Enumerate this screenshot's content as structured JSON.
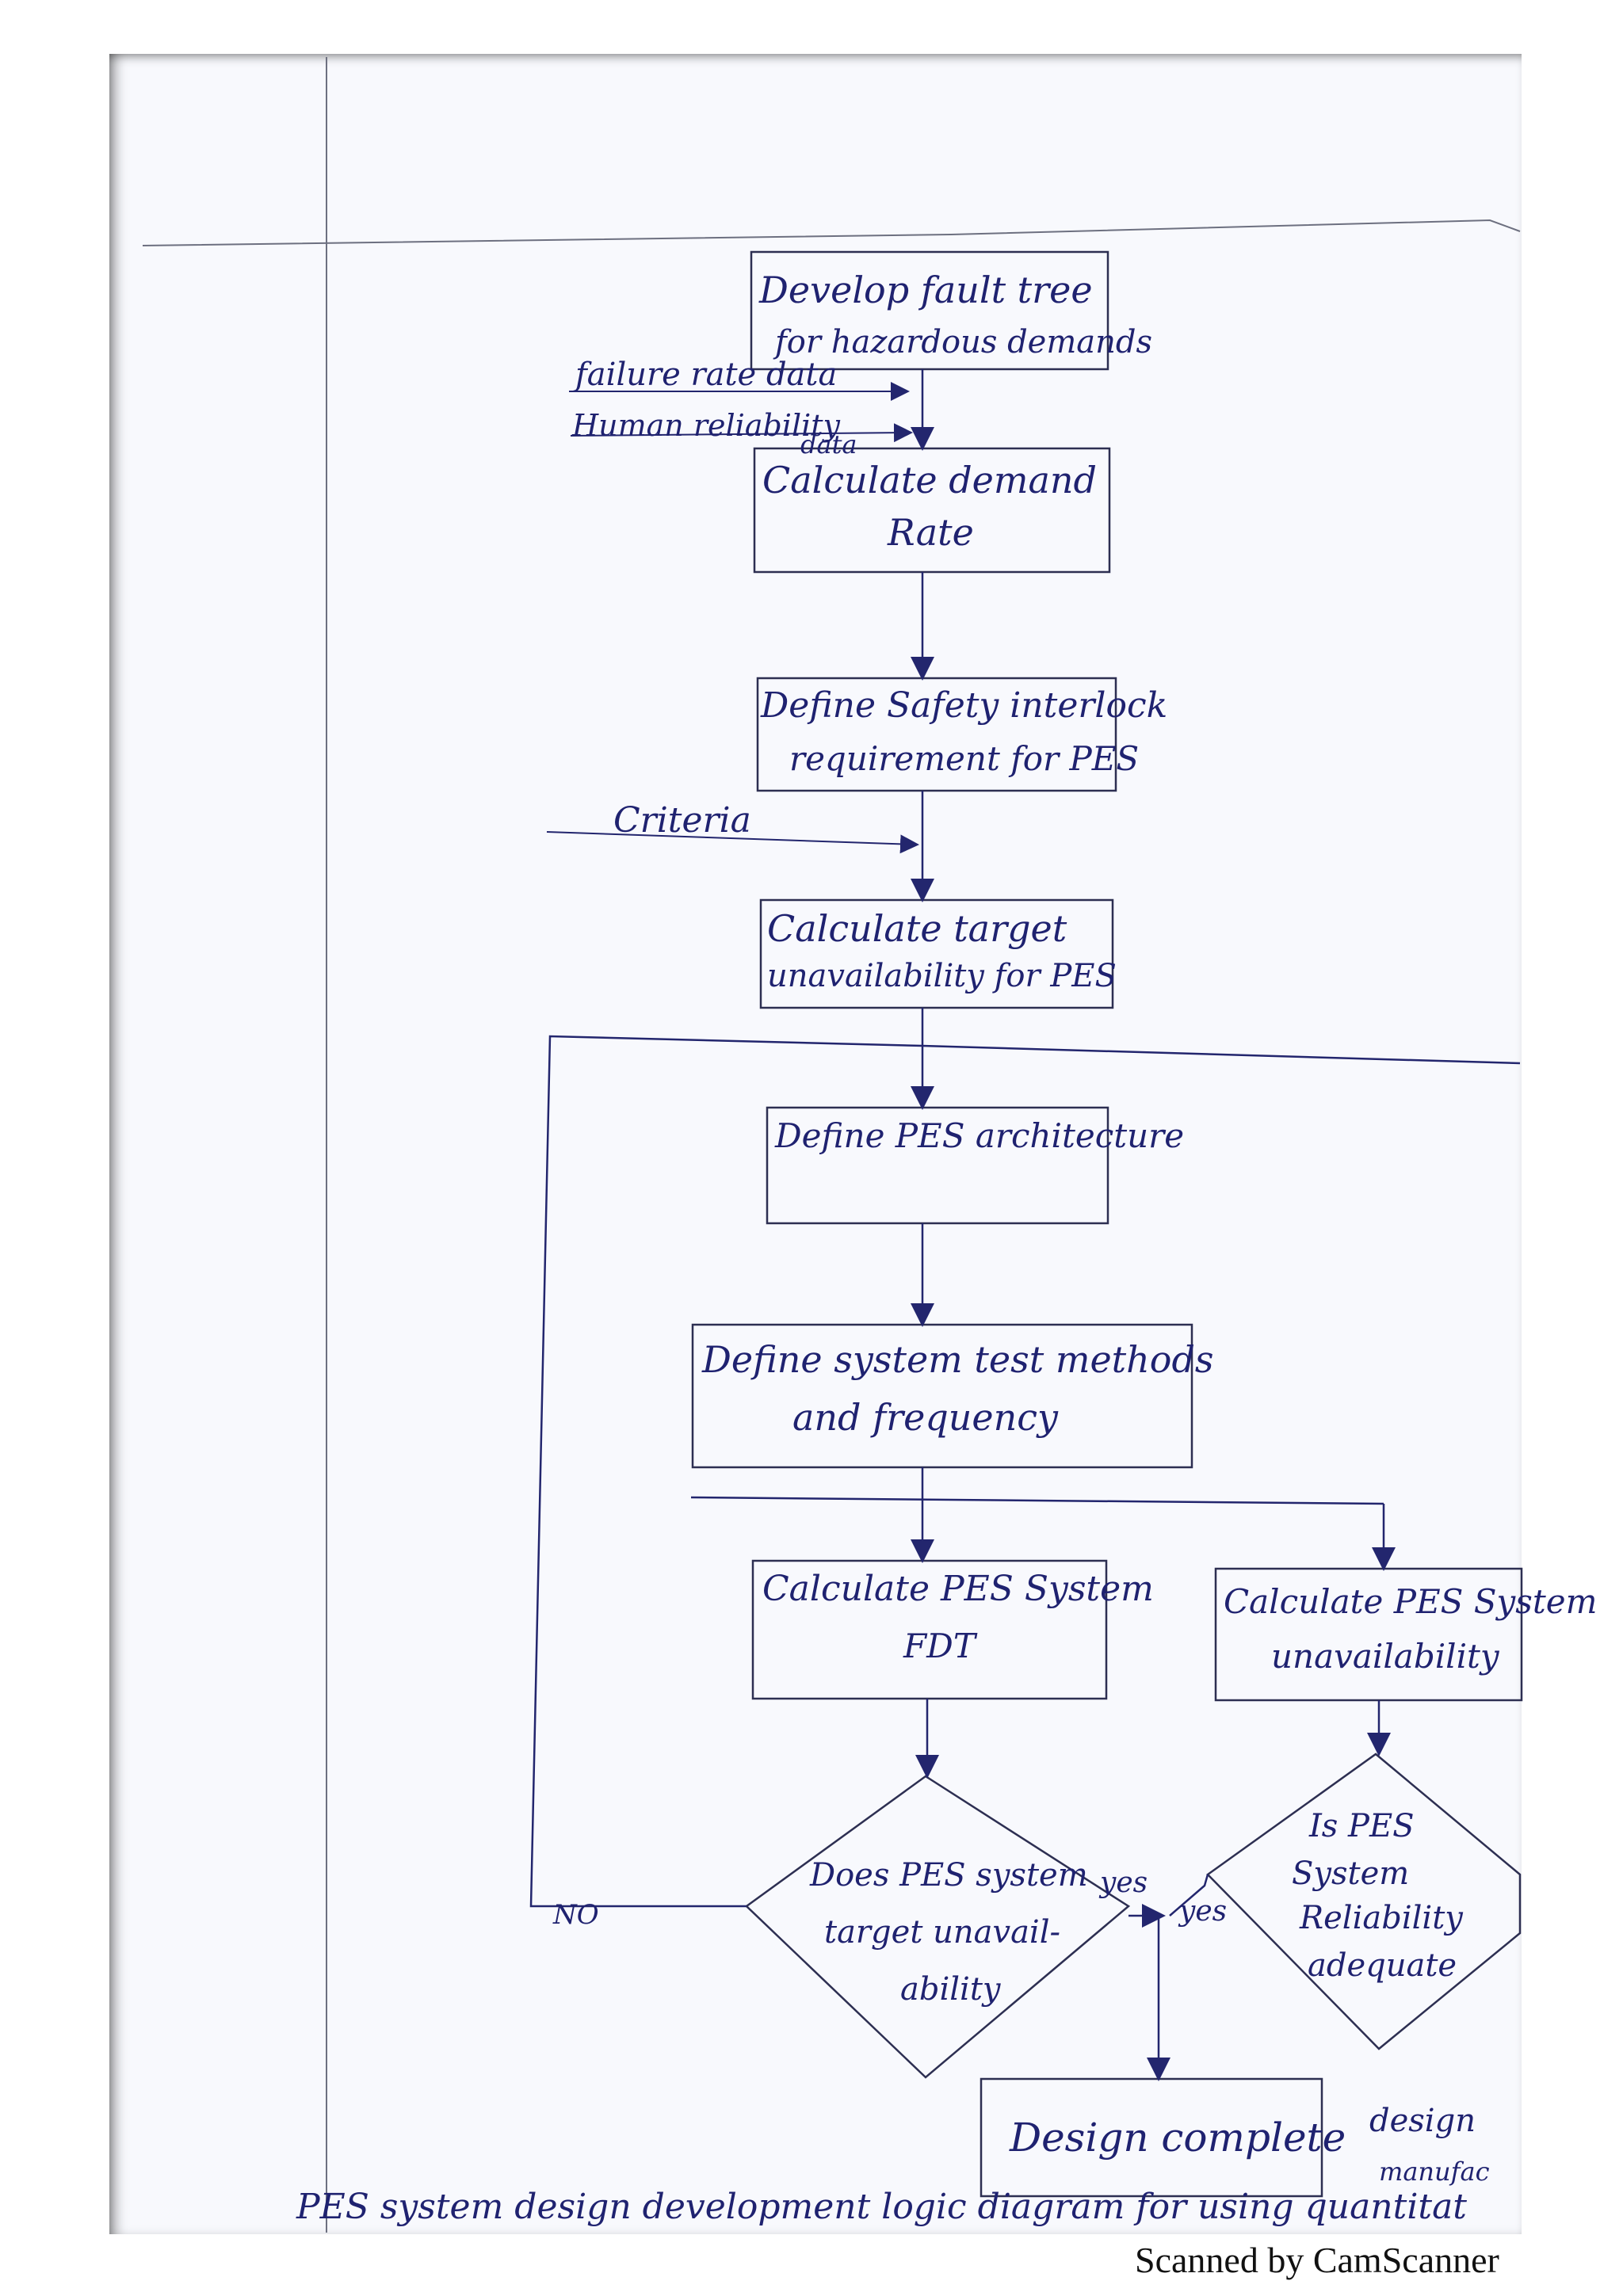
{
  "boxes": [
    {
      "id": "fault-tree",
      "lines": [
        "Develop fault tree",
        "for hazardous demands"
      ]
    },
    {
      "id": "demand-rate",
      "lines": [
        "Calculate demand",
        "Rate"
      ]
    },
    {
      "id": "safety-interlock",
      "lines": [
        "Define Safety interlock",
        "requirement for PES"
      ]
    },
    {
      "id": "target-unavailability",
      "lines": [
        "Calculate target",
        "unavailability for PES"
      ]
    },
    {
      "id": "pes-architecture",
      "lines": [
        "Define PES architecture"
      ]
    },
    {
      "id": "test-methods",
      "lines": [
        "Define system test methods",
        "and frequency"
      ]
    },
    {
      "id": "pes-fdt",
      "lines": [
        "Calculate PES System",
        "FDT"
      ]
    },
    {
      "id": "pes-unavailability",
      "lines": [
        "Calculate PES System",
        "unavailability"
      ]
    },
    {
      "id": "design-complete",
      "lines": [
        "Design complete"
      ]
    }
  ],
  "decisions": [
    {
      "id": "meets-target",
      "lines": [
        "Does PES system",
        "target unavail-",
        "ability"
      ]
    },
    {
      "id": "reliability-adequate",
      "lines": [
        "Is PES",
        "System",
        "Reliability",
        "adequate"
      ]
    }
  ],
  "inputs": {
    "failure_rate": "failure rate data",
    "human_reliability": "Human reliability",
    "human_reliability_data": "data",
    "criteria": "Criteria"
  },
  "branch_labels": {
    "no": "NO",
    "yes_left": "yes",
    "yes_right": "yes"
  },
  "margin_notes": {
    "design": "design",
    "manufacture": "manufac"
  },
  "caption": "PES system design development logic diagram for using quantitat",
  "scanner_watermark": "Scanned by CamScanner",
  "colors": {
    "ink": "#23266e",
    "paper": "#f8f9fd",
    "rule": "#6d7080"
  }
}
